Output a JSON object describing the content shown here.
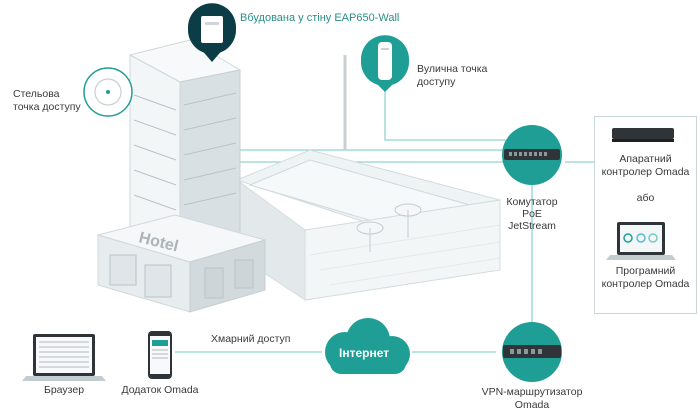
{
  "colors": {
    "teal": "#1f9e96",
    "teal_dark": "#0c3c46",
    "line": "#8fd3d0",
    "building_light": "#f1f4f5",
    "building_mid": "#dde3e6",
    "building_dark": "#c3ccd1",
    "device_dark": "#2f3438"
  },
  "labels": {
    "wall_ap": "Вбудована у стіну EAP650-Wall",
    "ceiling_ap_line1": "Стельова",
    "ceiling_ap_line2": "точка доступу",
    "outdoor_ap_line1": "Вулична точка",
    "outdoor_ap_line2": "доступу",
    "switch_line1": "Комутатор",
    "switch_line2": "PoE",
    "switch_line3": "JetStream",
    "hw_controller_line1": "Апаратний",
    "hw_controller_line2": "контролер Omada",
    "or": "або",
    "sw_controller_line1": "Програмний",
    "sw_controller_line2": "контролер Omada",
    "cloud_access": "Хмарний доступ",
    "internet": "Інтернет",
    "browser": "Браузер",
    "omada_app": "Додаток Omada",
    "router_line1": "VPN-маршрутизатор",
    "router_line2": "Omada",
    "hotel_sign": "Hotel"
  },
  "icons": {
    "wall_ap": "wall-access-point-icon",
    "ceiling_ap": "ceiling-access-point-icon",
    "outdoor_ap": "outdoor-access-point-icon",
    "switch": "network-switch-icon",
    "hw_controller": "hardware-controller-icon",
    "sw_controller": "laptop-icon",
    "router": "router-icon",
    "cloud": "cloud-icon",
    "browser": "laptop-icon",
    "phone": "smartphone-icon",
    "building": "hotel-building-icon",
    "pool": "swimming-pool-icon",
    "umbrella": "beach-umbrella-icon"
  }
}
